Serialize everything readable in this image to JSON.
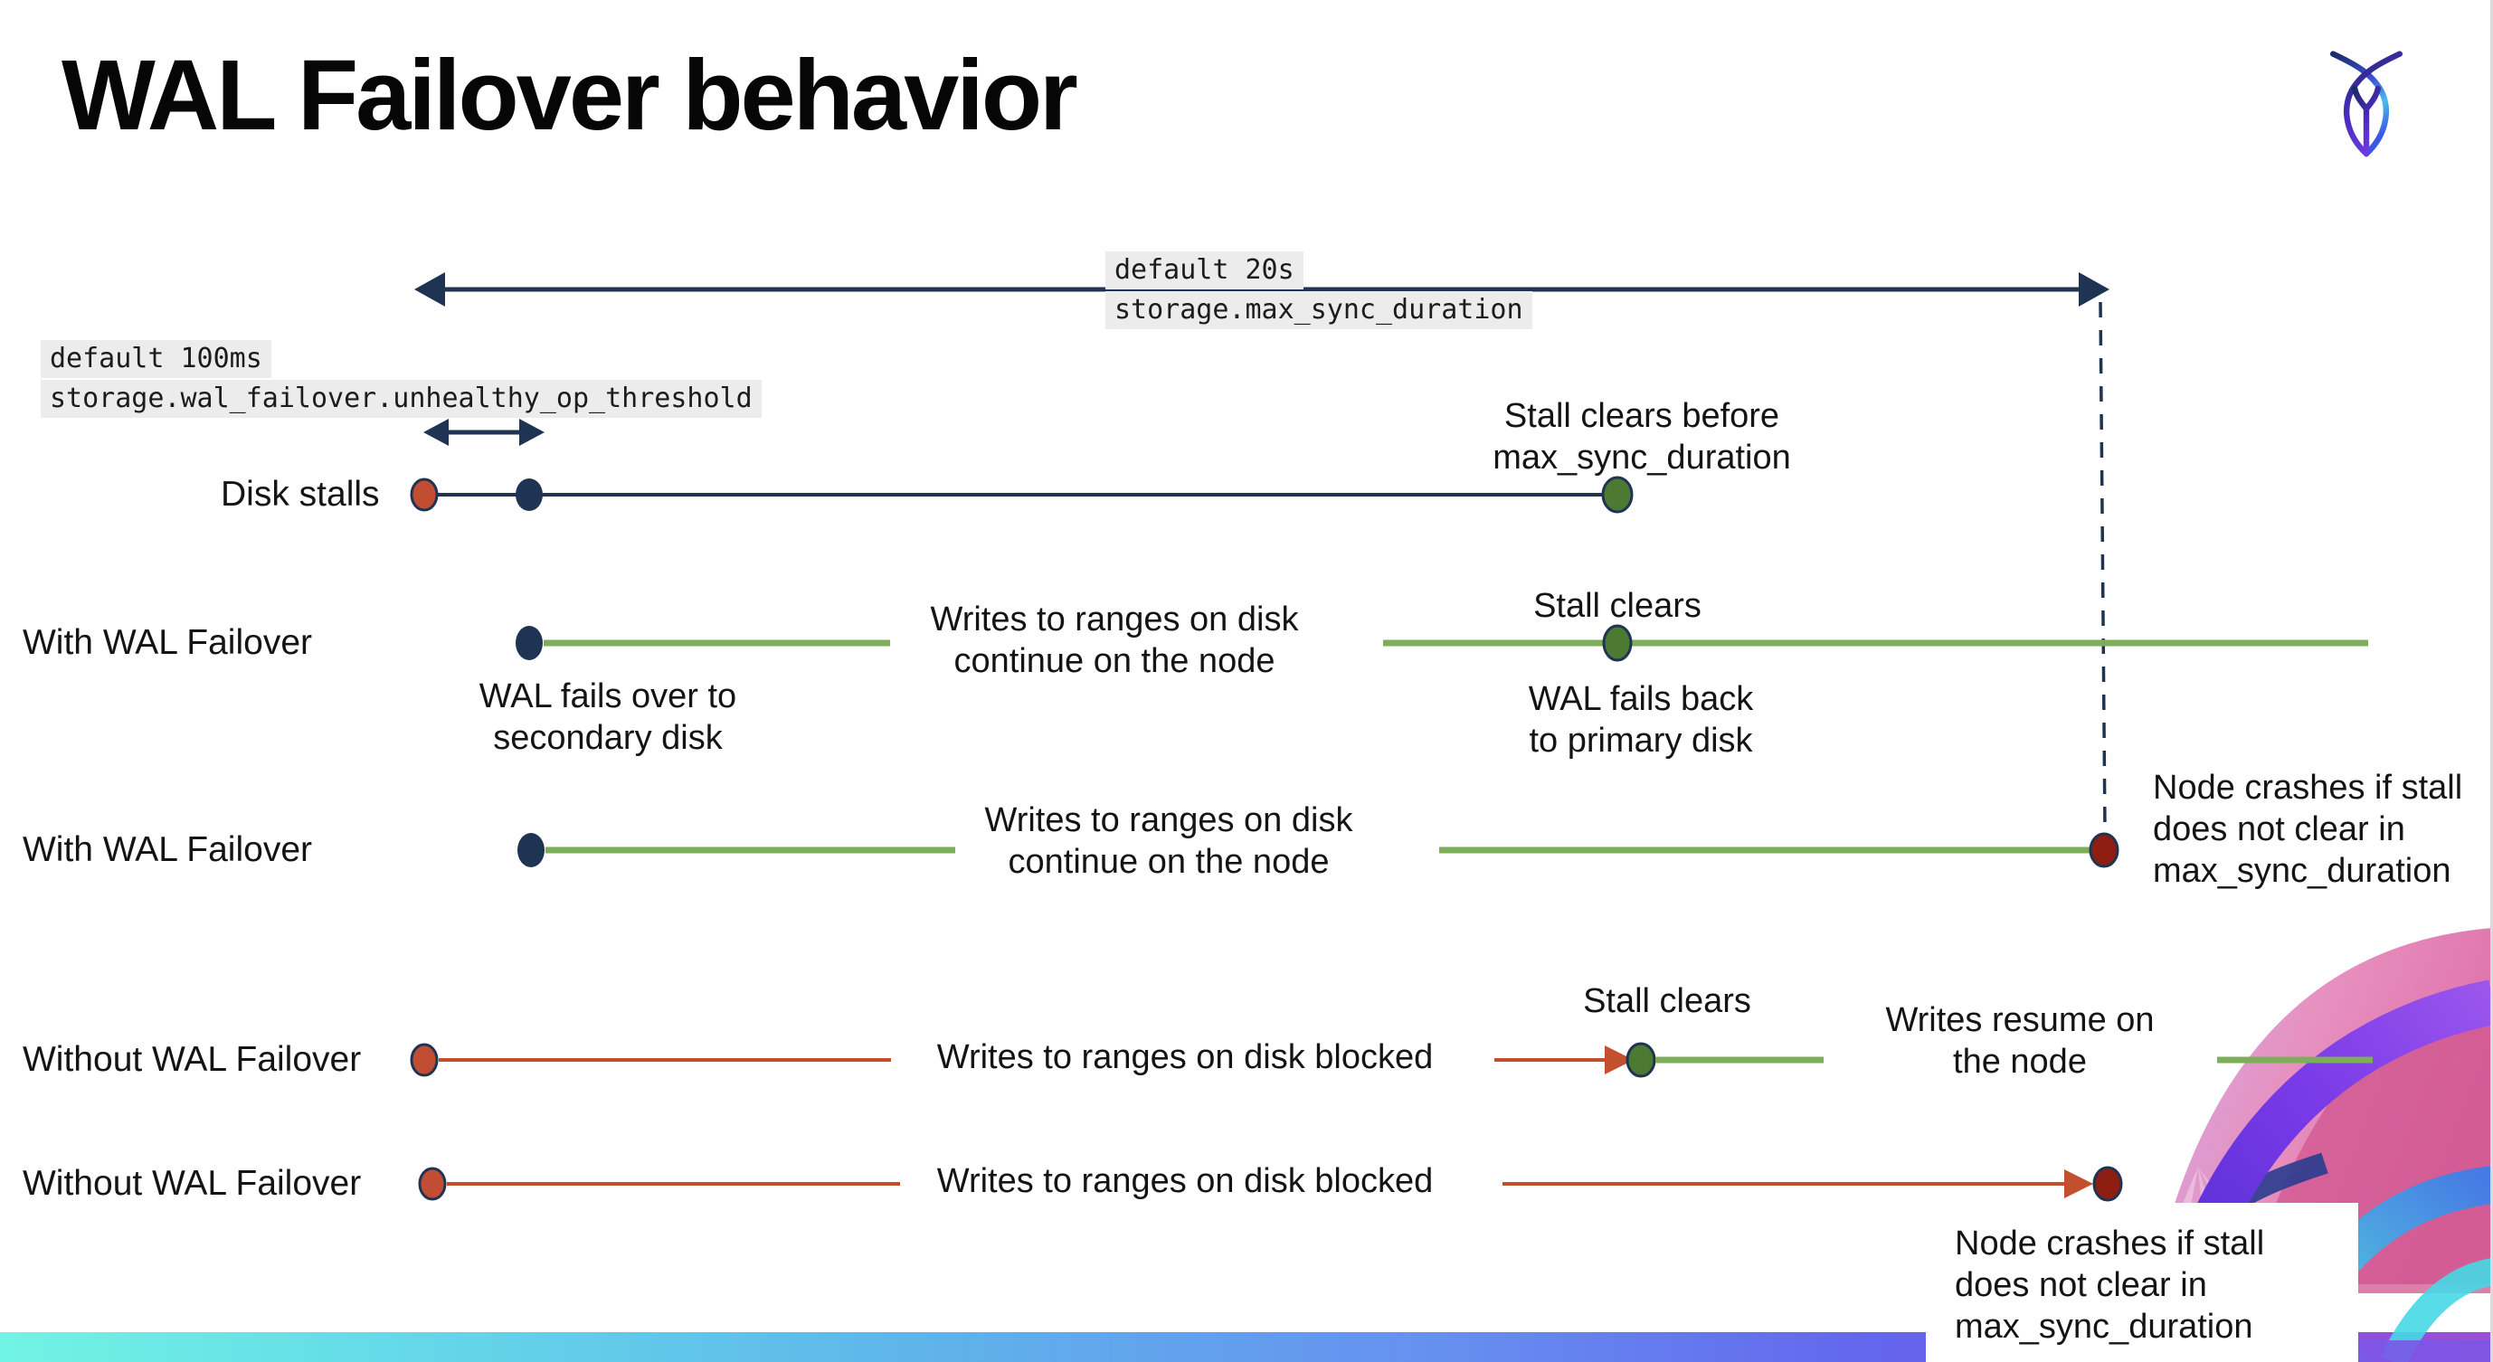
{
  "page": {
    "title": "WAL Failover behavior"
  },
  "brand": {
    "logo_icon": "cockroachdb-logo"
  },
  "colors": {
    "navy": "#1F3352",
    "green_line": "#7FAE5B",
    "green_dot": "#4C7A33",
    "red_line": "#C2502F",
    "red_dot": "#C14D33",
    "dark_red_dot": "#8E1E12",
    "code_background": "#ECECEC",
    "bottom_bar_gradient": [
      "#70F4E3",
      "#63D6E9",
      "#5FB2EA",
      "#668FF0",
      "#6366EE",
      "#7C55E6",
      "#9A4FD6"
    ]
  },
  "config_labels": {
    "max_sync_duration": {
      "value": "default 20s",
      "setting": "storage.max_sync_duration"
    },
    "unhealthy_op_threshold": {
      "value": "default 100ms",
      "setting": "storage.wal_failover.unhealthy_op_threshold"
    }
  },
  "diagram": {
    "rows": [
      {
        "id": "disk-stalls",
        "label": "Disk stalls",
        "texts": {
          "stall_clears_before": "Stall clears before\nmax_sync_duration"
        }
      },
      {
        "id": "with-wal-failover-recovers",
        "label": "With WAL Failover",
        "texts": {
          "fails_over": "WAL fails over to\nsecondary disk",
          "writes_continue": "Writes to ranges on disk\ncontinue on the node",
          "stall_clears": "Stall clears",
          "fails_back": "WAL fails  back\nto primary disk"
        }
      },
      {
        "id": "with-wal-failover-crashes",
        "label": "With WAL Failover",
        "texts": {
          "writes_continue": "Writes to ranges on disk\ncontinue on the node",
          "node_crashes": "Node crashes if stall\ndoes not clear in\nmax_sync_duration"
        }
      },
      {
        "id": "without-wal-failover-recovers",
        "label": "Without WAL Failover",
        "texts": {
          "writes_blocked": "Writes to ranges on disk  blocked",
          "stall_clears": "Stall clears",
          "writes_resume": "Writes resume on\nthe node"
        }
      },
      {
        "id": "without-wal-failover-crashes",
        "label": "Without WAL Failover",
        "texts": {
          "writes_blocked": "Writes to ranges on disk  blocked",
          "node_crashes": "Node crashes if stall\ndoes not clear in\nmax_sync_duration"
        }
      }
    ]
  }
}
